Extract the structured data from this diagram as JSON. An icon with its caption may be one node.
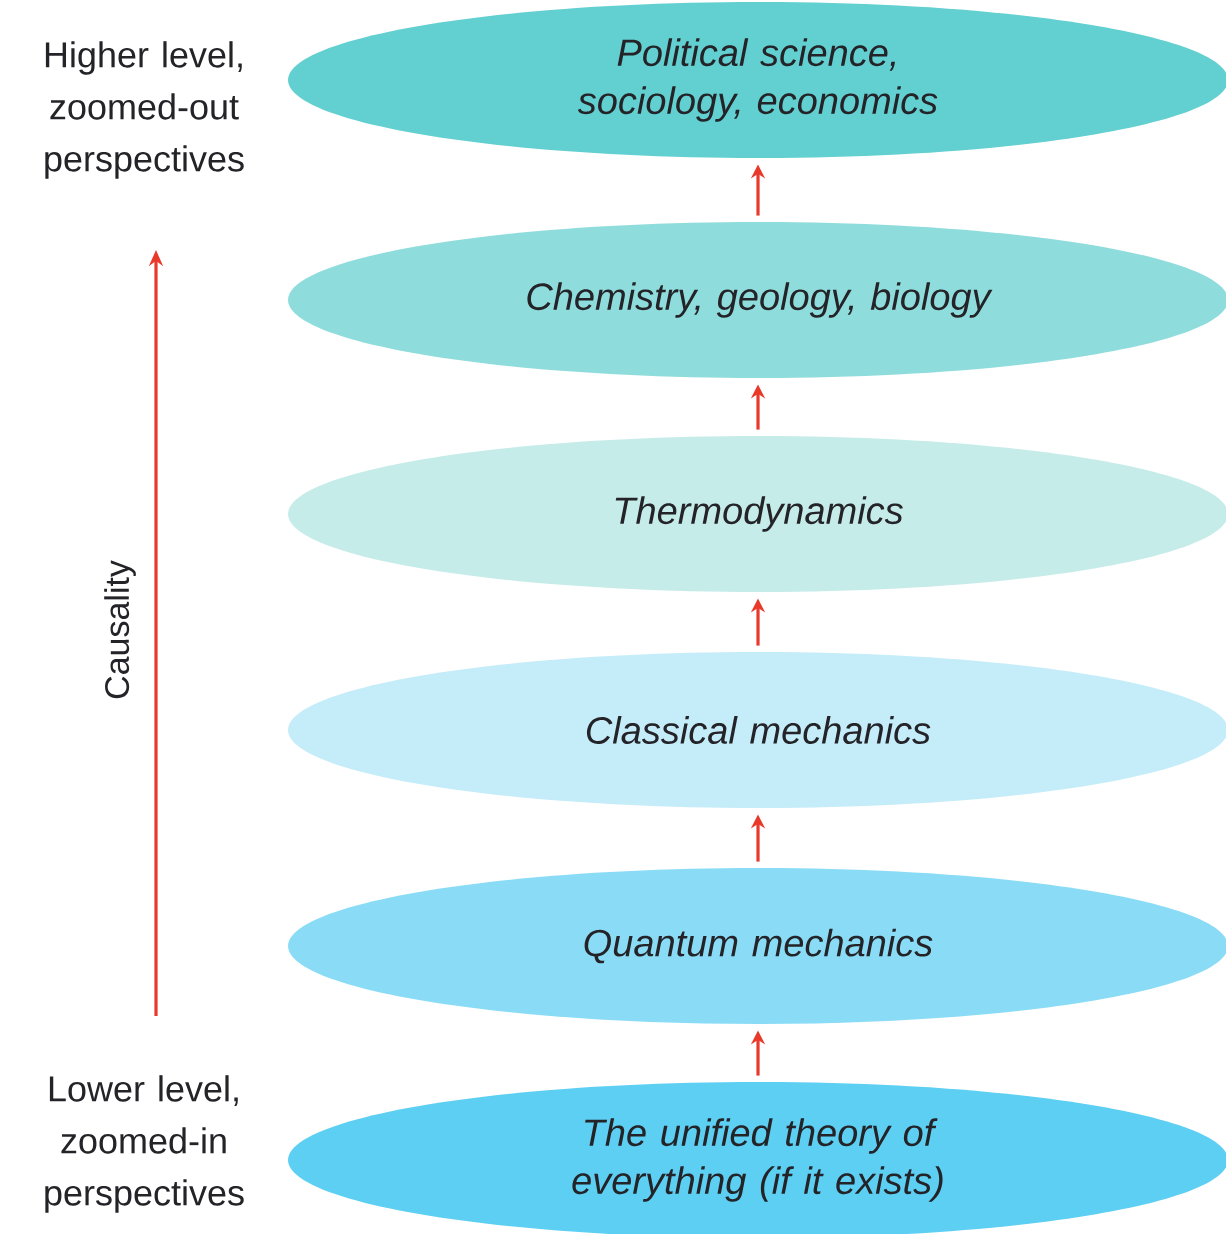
{
  "diagram": {
    "nodes": [
      {
        "text": [
          "Political science, sociology, economics"
        ]
      },
      {
        "text": [
          "Chemistry, geology, biology"
        ]
      },
      {
        "text": [
          "Thermodynamics"
        ]
      },
      {
        "text": [
          "Classical mechanics"
        ]
      },
      {
        "text": [
          "Quantum mechanics"
        ]
      },
      {
        "text": [
          "The unified theory of everything (if it exists)"
        ]
      }
    ],
    "edges": [
      {
        "from": 5,
        "to": 4,
        "arrow": "to"
      },
      {
        "from": 4,
        "to": 3,
        "arrow": "to"
      },
      {
        "from": 3,
        "to": 2,
        "arrow": "to"
      },
      {
        "from": 2,
        "to": 1,
        "arrow": "to"
      },
      {
        "from": 1,
        "to": 0,
        "arrow": "to"
      }
    ],
    "labels": [
      "Higher level, zoomed-out perspectives",
      "Causality",
      "Lower level, zoomed-in perspectives"
    ]
  }
}
